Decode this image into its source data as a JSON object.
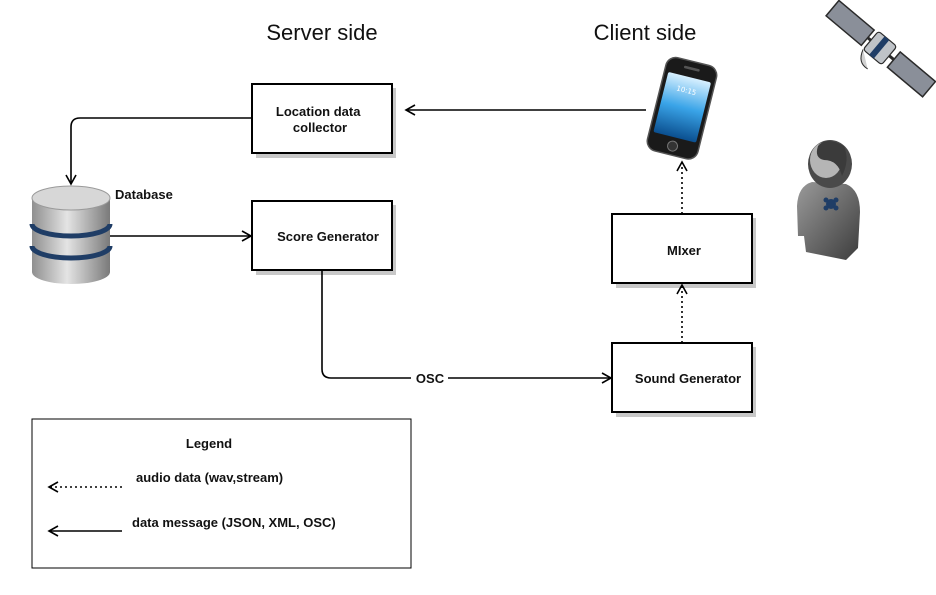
{
  "headers": {
    "server": "Server side",
    "client": "Client side"
  },
  "nodes": {
    "location_collector": [
      "Location data",
      "collector"
    ],
    "database": "Database",
    "score_generator": "Score Generator",
    "mixer": "MIxer",
    "sound_generator": "Sound Generator"
  },
  "edges": {
    "osc_label": "OSC"
  },
  "legend": {
    "title": "Legend",
    "audio": "audio data (wav,stream)",
    "message": "data message (JSON, XML, OSC)"
  },
  "phone_screen_time": "10:15",
  "icons": [
    "database-cylinder-icon",
    "smartphone-icon",
    "satellite-icon",
    "person-icon"
  ]
}
